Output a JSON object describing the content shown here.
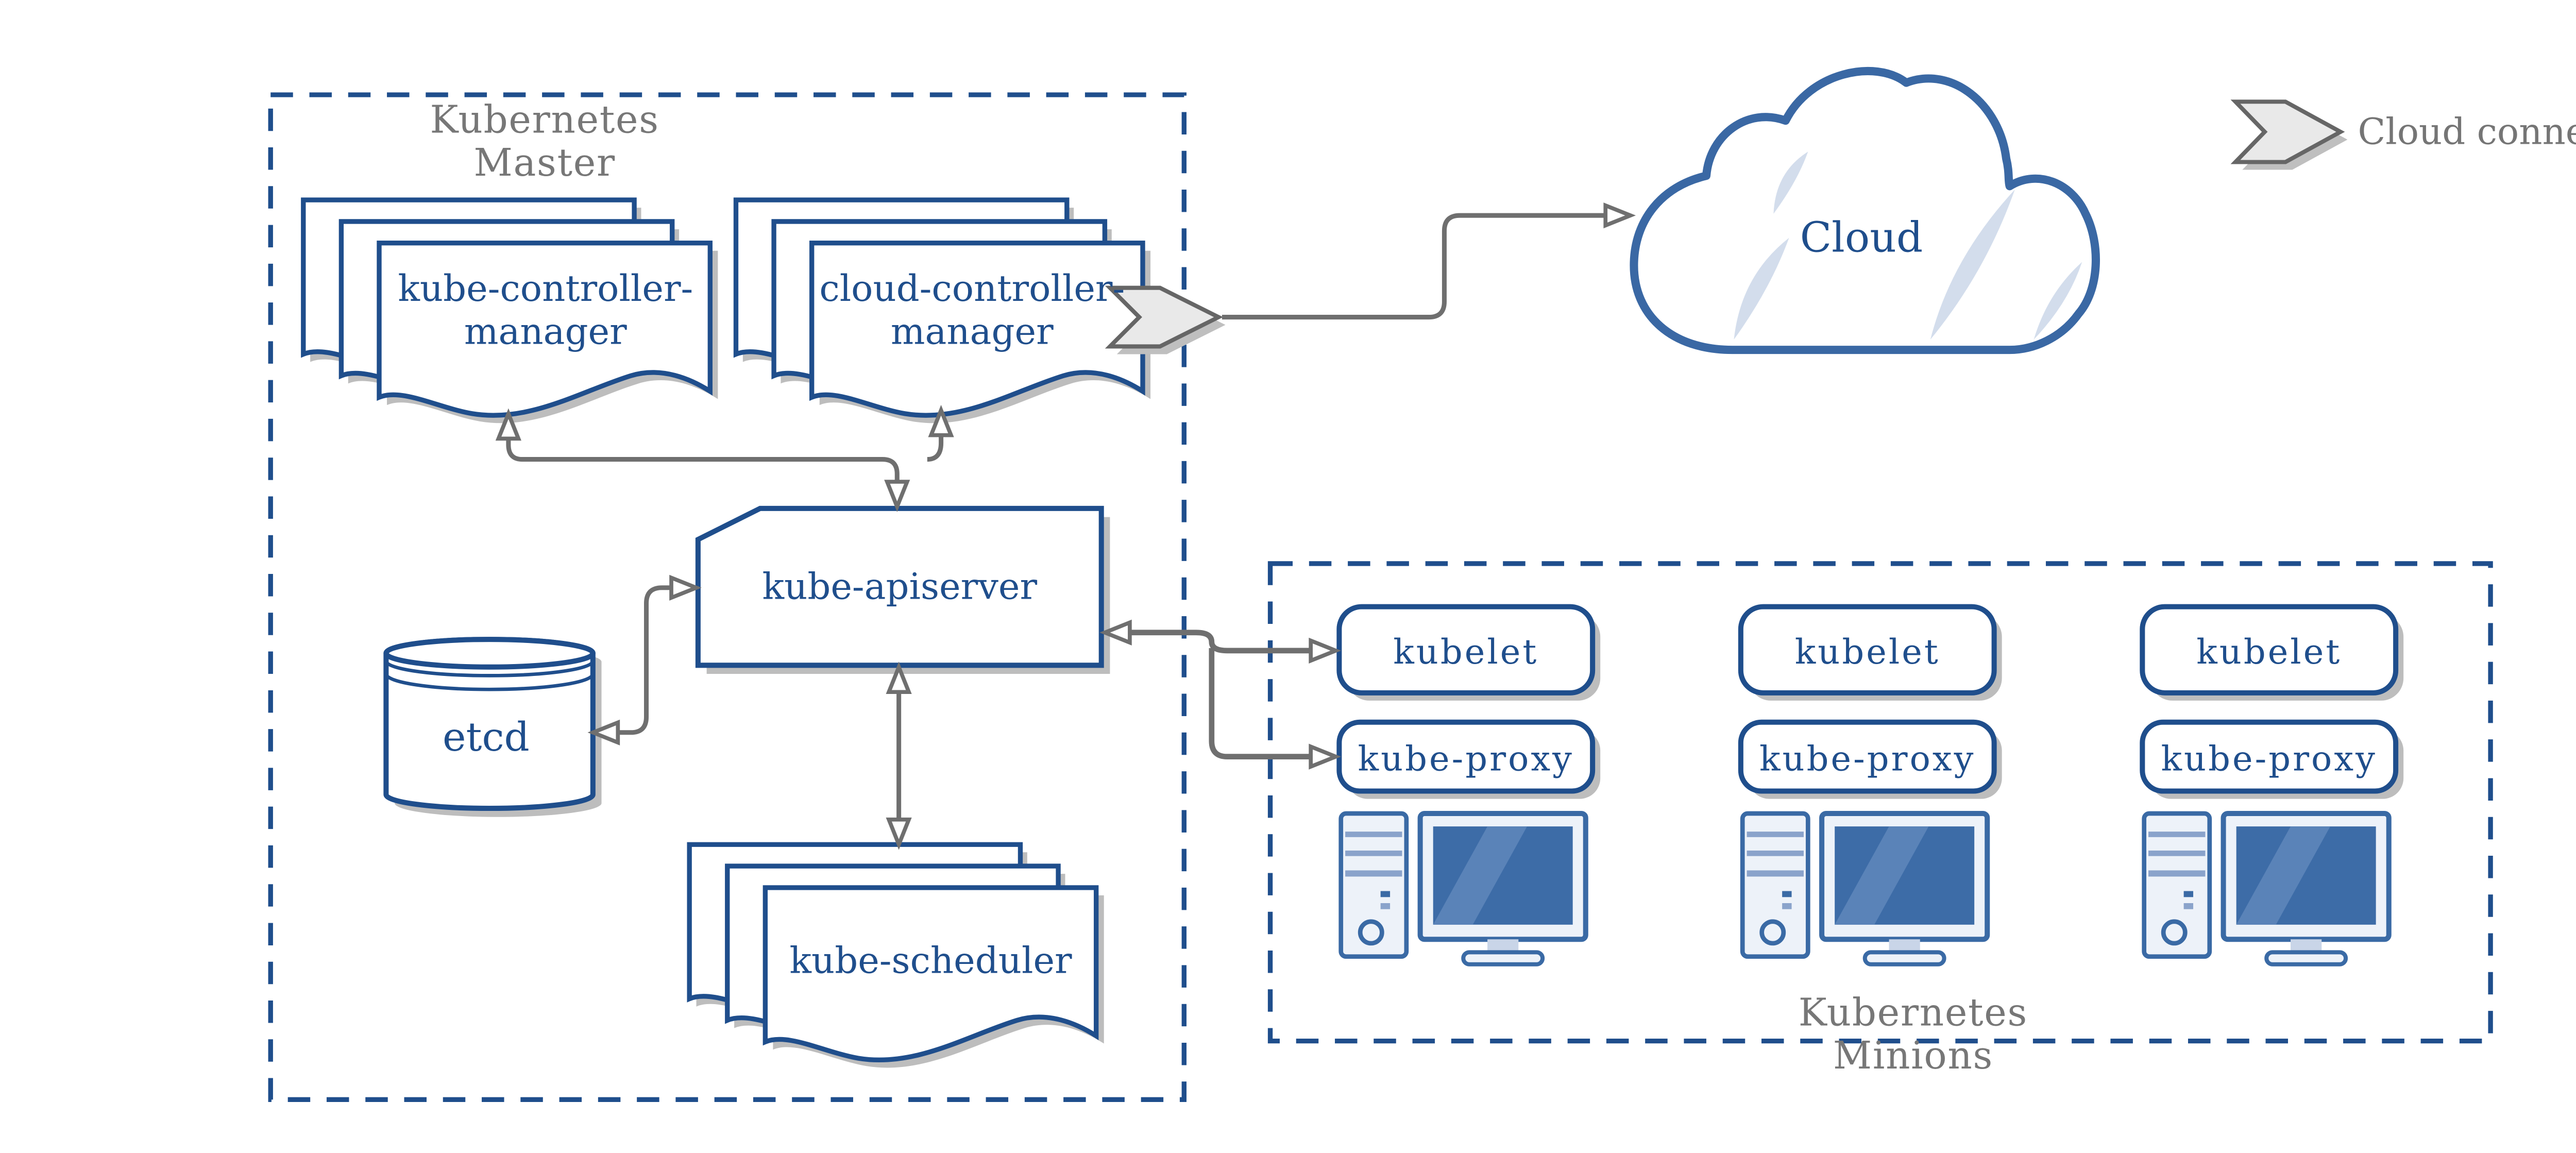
{
  "colors": {
    "primary_blue": "#1f4e8c",
    "icon_blue": "#3a6aa5",
    "screen_blue": "#3d6ca7",
    "screen_highlight": "#5a83b8",
    "pale_fill": "#edf2f9",
    "band_blue": "#8aa3cb",
    "label_gray": "#777777",
    "arrow_gray": "#6f6f6f",
    "shadow_gray": "#bdbdbd",
    "chevron_fill": "#e9e9e9",
    "chevron_stroke": "#666666",
    "cloud_stroke": "#3a68a4",
    "cloud_highlight": "#d3ddec"
  },
  "master": {
    "label_line1": "Kubernetes",
    "label_line2": "Master",
    "components": {
      "kube_controller_manager": {
        "line1": "kube-controller-",
        "line2": "manager"
      },
      "cloud_controller_manager": {
        "line1": "cloud-controller-",
        "line2": "manager"
      },
      "kube_apiserver": {
        "label": "kube-apiserver"
      },
      "etcd": {
        "label": "etcd"
      },
      "kube_scheduler": {
        "label": "kube-scheduler"
      }
    }
  },
  "cloud": {
    "label": "Cloud"
  },
  "legend": {
    "label": "Cloud connector",
    "icon": "cloud-connector-chevron"
  },
  "minions": {
    "label_line1": "Kubernetes",
    "label_line2": "Minions",
    "nodes": [
      {
        "kubelet": "kubelet",
        "kube_proxy": "kube-proxy"
      },
      {
        "kubelet": "kubelet",
        "kube_proxy": "kube-proxy"
      },
      {
        "kubelet": "kubelet",
        "kube_proxy": "kube-proxy"
      }
    ]
  },
  "icons": {
    "document_stack": "stacked-wavy-documents",
    "database": "cylinder",
    "cloud": "cloud-outline",
    "connector": "chevron-flag",
    "minion_host": "desktop-computer"
  }
}
